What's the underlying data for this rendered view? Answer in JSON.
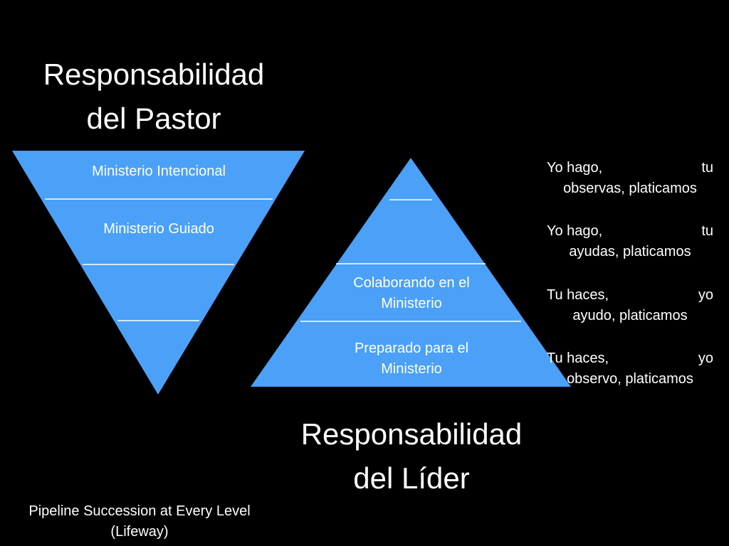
{
  "slide": {
    "background": "#000000",
    "accent": "#4BA0F7"
  },
  "pastor_title": {
    "line1": "Responsabilidad",
    "line2": "del Pastor"
  },
  "lider_title": {
    "line1": "Responsabilidad",
    "line2": "del Líder"
  },
  "inverted_triangle": {
    "levels": [
      {
        "line1": "Ministerio Intencional"
      },
      {
        "line1": "Ministerio Guiado"
      }
    ]
  },
  "upright_triangle": {
    "levels": [
      {
        "line1": "Colaborando en el",
        "line2": "Ministerio"
      },
      {
        "line1": "Preparado para el",
        "line2": "Ministerio"
      }
    ]
  },
  "side_phrases": [
    {
      "left": "Yo hago,",
      "right": "tu",
      "rest": "observas, platicamos"
    },
    {
      "left": "Yo hago,",
      "right": "tu",
      "rest": "ayudas, platicamos"
    },
    {
      "left": "Tu haces,",
      "right": "yo",
      "rest": "ayudo,  platicamos"
    },
    {
      "left": "Tu haces,",
      "right": "yo",
      "rest": "observo, platicamos"
    }
  ],
  "source_note": {
    "line1": "Pipeline Succession at Every Level",
    "line2": "(Lifeway)"
  }
}
